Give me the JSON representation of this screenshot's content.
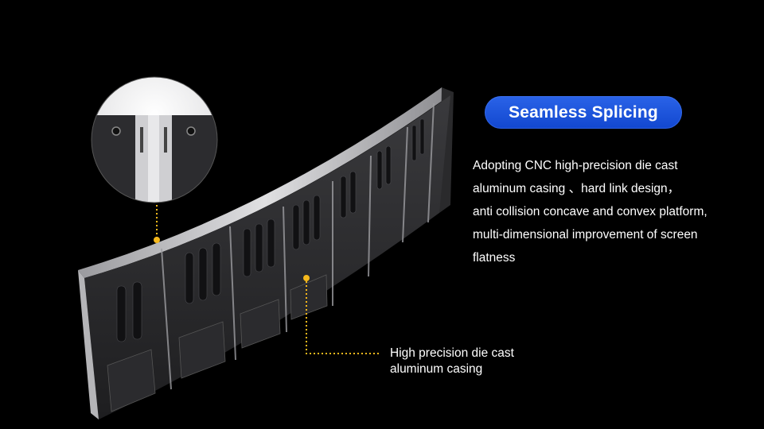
{
  "feature": {
    "title": "Seamless Splicing",
    "description_lines": [
      "Adopting CNC high-precision die cast",
      "aluminum casing 、hard link design，",
      "anti collision concave and convex platform,",
      "multi-dimensional improvement of screen",
      "flatness"
    ]
  },
  "callout": {
    "lines": [
      "High precision die cast",
      "aluminum casing"
    ]
  },
  "colors": {
    "background": "#000000",
    "badge": "#1a55e0",
    "leader": "#f5b81c",
    "text": "#ffffff"
  }
}
